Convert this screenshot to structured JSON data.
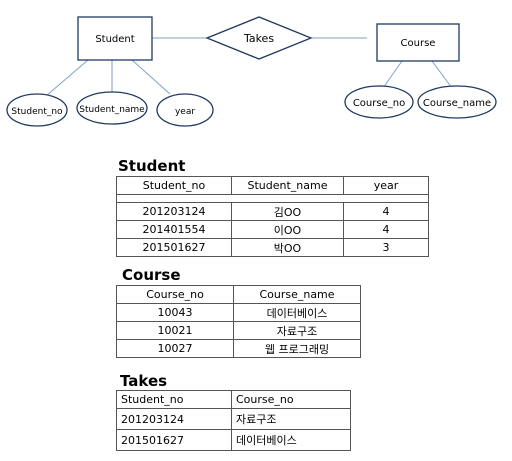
{
  "er_diagram": {
    "entities": {
      "student": "Student",
      "course": "Course"
    },
    "relationship": "Takes",
    "student_attributes": [
      "Student_no",
      "Student_name",
      "year"
    ],
    "course_attributes": [
      "Course_no",
      "Course_name"
    ]
  },
  "student_table": {
    "title": "Student",
    "columns": [
      "Student_no",
      "Student_name",
      "year"
    ],
    "rows": [
      [
        "201203124",
        "김OO",
        "4"
      ],
      [
        "201401554",
        "이OO",
        "4"
      ],
      [
        "201501627",
        "박OO",
        "3"
      ]
    ]
  },
  "course_table": {
    "title": "Course",
    "columns": [
      "Course_no",
      "Course_name"
    ],
    "rows": [
      [
        "10043",
        "데이터베이스"
      ],
      [
        "10021",
        "자료구조"
      ],
      [
        "10027",
        "웹 프로그래밍"
      ]
    ]
  },
  "takes_table": {
    "title": "Takes",
    "columns": [
      "Student_no",
      "Course_no"
    ],
    "rows": [
      [
        "201203124",
        "자료구조"
      ],
      [
        "201501627",
        "데이터베이스"
      ]
    ]
  }
}
